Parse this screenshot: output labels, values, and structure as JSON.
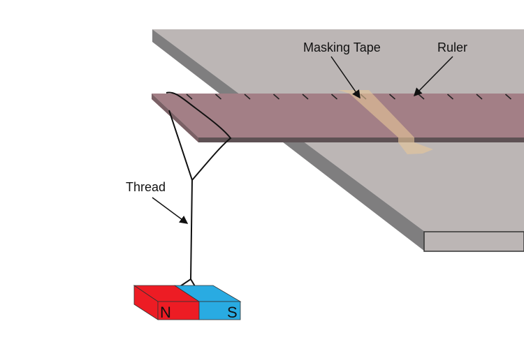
{
  "labels": {
    "masking_tape": "Masking Tape",
    "ruler": "Ruler",
    "thread": "Thread"
  },
  "magnet": {
    "north": "N",
    "south": "S"
  },
  "colors": {
    "table_top": "#bcb6b5",
    "table_side": "#7f7e7f",
    "ruler_top": "#a37f86",
    "ruler_edge": "#5e5154",
    "tape": "#e8c79a",
    "magnet_north": "#ed1c24",
    "magnet_south": "#29abe2"
  }
}
